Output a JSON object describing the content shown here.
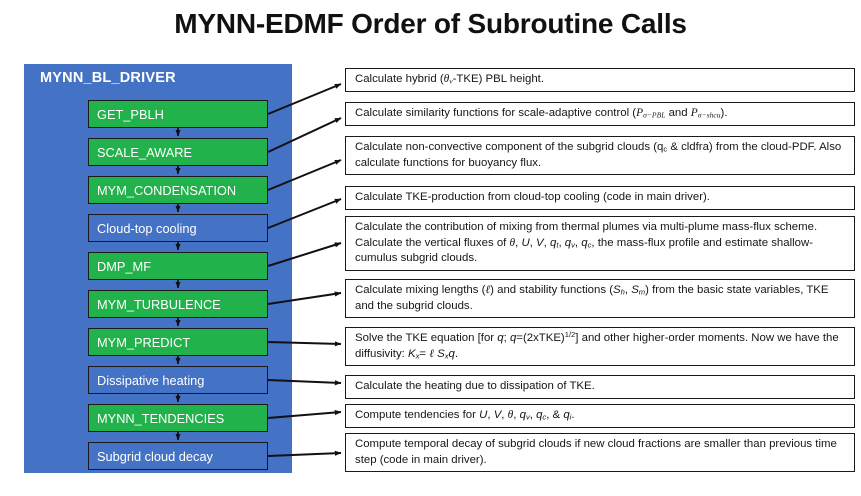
{
  "title": "MYNN-EDMF Order of Subroutine Calls",
  "driver": {
    "label": "MYNN_BL_DRIVER",
    "panel_color": "#4472C4",
    "steps": [
      {
        "label": "GET_PBLH",
        "kind": "green"
      },
      {
        "label": "SCALE_AWARE",
        "kind": "green"
      },
      {
        "label": "MYM_CONDENSATION",
        "kind": "green"
      },
      {
        "label": "Cloud-top cooling",
        "kind": "blue"
      },
      {
        "label": "DMP_MF",
        "kind": "green"
      },
      {
        "label": "MYM_TURBULENCE",
        "kind": "green"
      },
      {
        "label": "MYM_PREDICT",
        "kind": "green"
      },
      {
        "label": "Dissipative heating",
        "kind": "blue"
      },
      {
        "label": "MYNN_TENDENCIES",
        "kind": "green"
      },
      {
        "label": "Subgrid cloud decay",
        "kind": "blue"
      }
    ],
    "green_color": "#21B24B",
    "box_border_color": "#1a1a1a"
  },
  "descriptions": [
    {
      "for": "GET_PBLH",
      "text": "Calculate hybrid (θv-TKE) PBL height."
    },
    {
      "for": "SCALE_AWARE",
      "text": "Calculate similarity functions for scale-adaptive control (Pσ−PBL and Pσ−shcu)."
    },
    {
      "for": "MYM_CONDENSATION",
      "text": "Calculate non-convective component of the subgrid clouds (qc & cldfra) from the cloud-PDF. Also calculate functions for buoyancy flux."
    },
    {
      "for": "Cloud-top cooling",
      "text": "Calculate TKE-production from cloud-top cooling (code in main driver)."
    },
    {
      "for": "DMP_MF",
      "text": "Calculate the contribution of mixing from thermal plumes via multi-plume mass-flux scheme. Calculate the vertical fluxes of θ, U, V, qt, qv, qc, the mass-flux profile and estimate shallow-cumulus subgrid clouds."
    },
    {
      "for": "MYM_TURBULENCE",
      "text": "Calculate mixing lengths (ℓ) and stability functions (Sh, Sm) from the basic state variables, TKE and the subgrid clouds."
    },
    {
      "for": "MYM_PREDICT",
      "text": "Solve the TKE equation [for q; q=(2xTKE)1/2] and other higher-order moments. Now we have the diffusivity: Kx= ℓ Sxq."
    },
    {
      "for": "Dissipative heating",
      "text": "Calculate the heating due to dissipation of TKE."
    },
    {
      "for": "MYNN_TENDENCIES",
      "text": "Compute tendencies for U, V, θ, qv, qc, & qi."
    },
    {
      "for": "Subgrid cloud decay",
      "text": "Compute temporal decay of subgrid clouds if new cloud fractions are smaller than previous time step (code in main driver)."
    }
  ]
}
